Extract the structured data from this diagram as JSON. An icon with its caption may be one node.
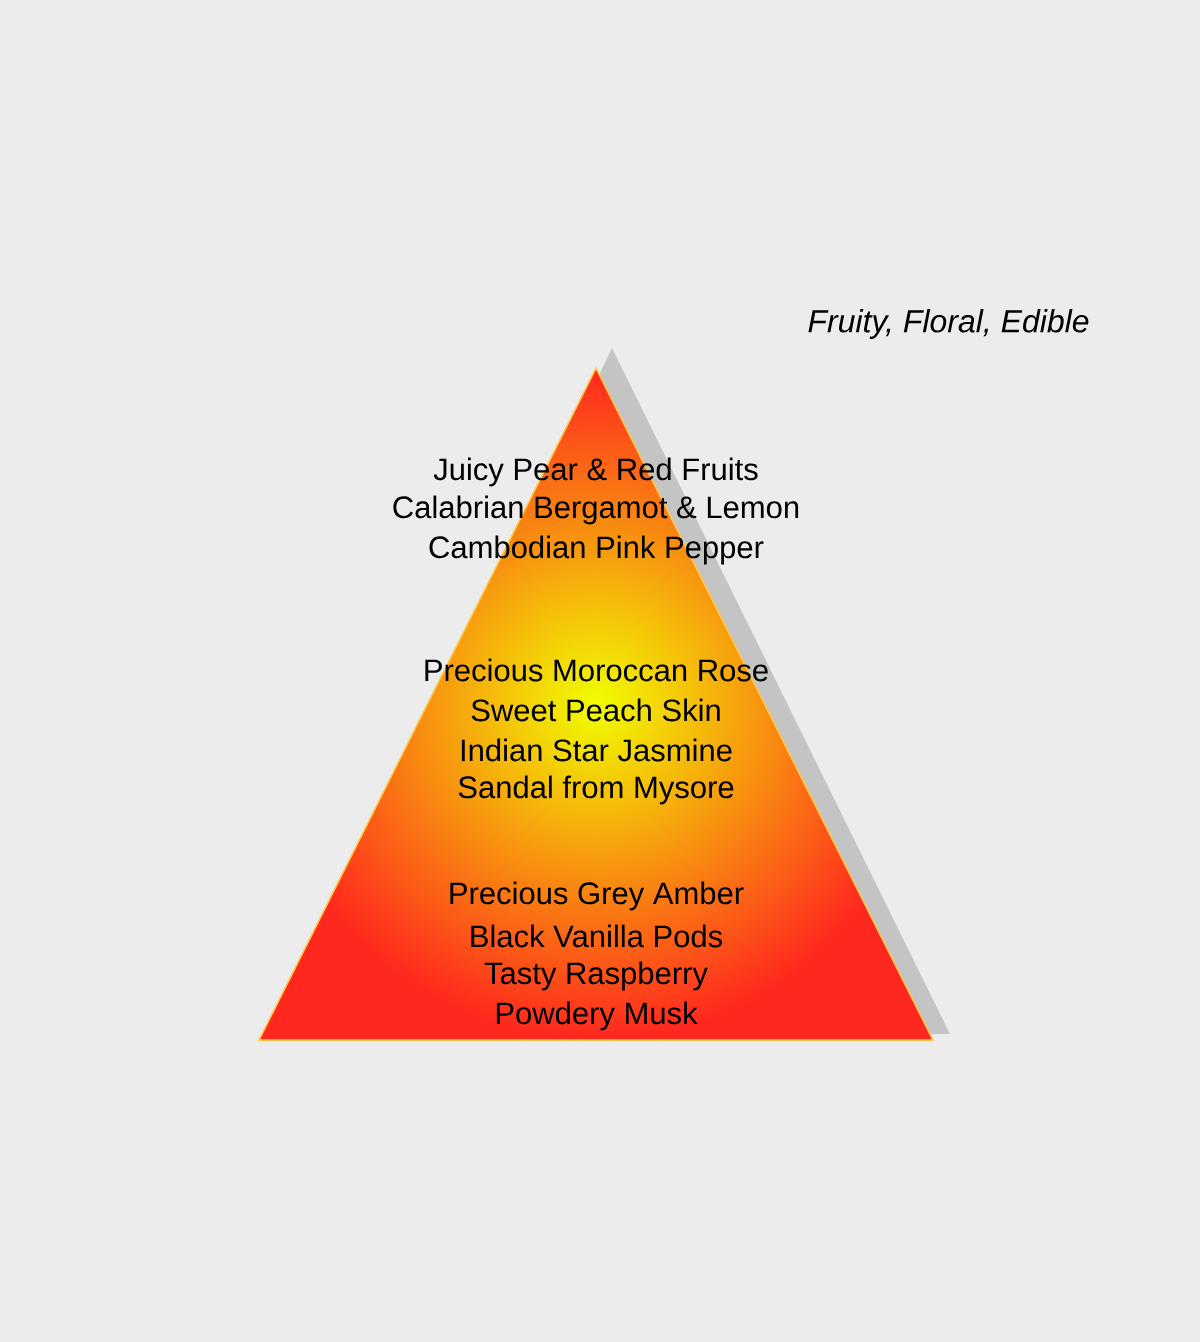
{
  "diagram": {
    "nodes": [
      {
        "text": [
          "Juicy Pear & Red Fruits",
          "Calabrian Bergamot & Lemon",
          "Cambodian Pink Pepper",
          "Precious Moroccan Rose",
          "Sweet Peach Skin",
          "Indian Star Jasmine",
          "Sandal from Mysore",
          "Precious Grey Amber",
          "Black Vanilla Pods",
          "Tasty Raspberry",
          "Powdery Musk"
        ]
      }
    ],
    "labels": [
      "Fruity, Floral, Edible"
    ]
  }
}
